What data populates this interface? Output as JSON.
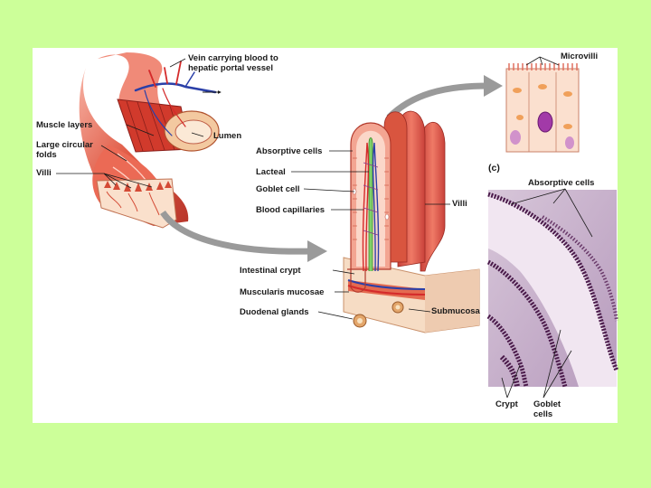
{
  "labels": {
    "vein": "Vein carrying blood to hepatic portal vessel",
    "muscle_layers": "Muscle layers",
    "lumen": "Lumen",
    "large_circular_folds": "Large circular folds",
    "villi_left": "Villi",
    "absorptive_cells": "Absorptive cells",
    "lacteal": "Lacteal",
    "goblet_cell": "Goblet cell",
    "blood_capillaries": "Blood capillaries",
    "villi_right": "Villi",
    "intestinal_crypt": "Intestinal crypt",
    "muscularis_mucosae": "Muscularis mucosae",
    "duodenal_glands": "Duodenal glands",
    "submucosa": "Submucosa",
    "microvilli": "Microvilli",
    "panel_c": "(c)",
    "absorptive_cells_micro": "Absorptive cells",
    "crypt": "Crypt",
    "goblet_cells": "Goblet cells"
  },
  "colors": {
    "background": "#ccff99",
    "panel": "#ffffff",
    "tissue": "#e8604c",
    "tissue_light": "#f4a090",
    "vein": "#2a3fa8",
    "artery": "#d42a2a",
    "lacteal": "#5fbf4a",
    "arrow": "#9a9a9a",
    "micrograph_stain": "#5a2a5a"
  }
}
